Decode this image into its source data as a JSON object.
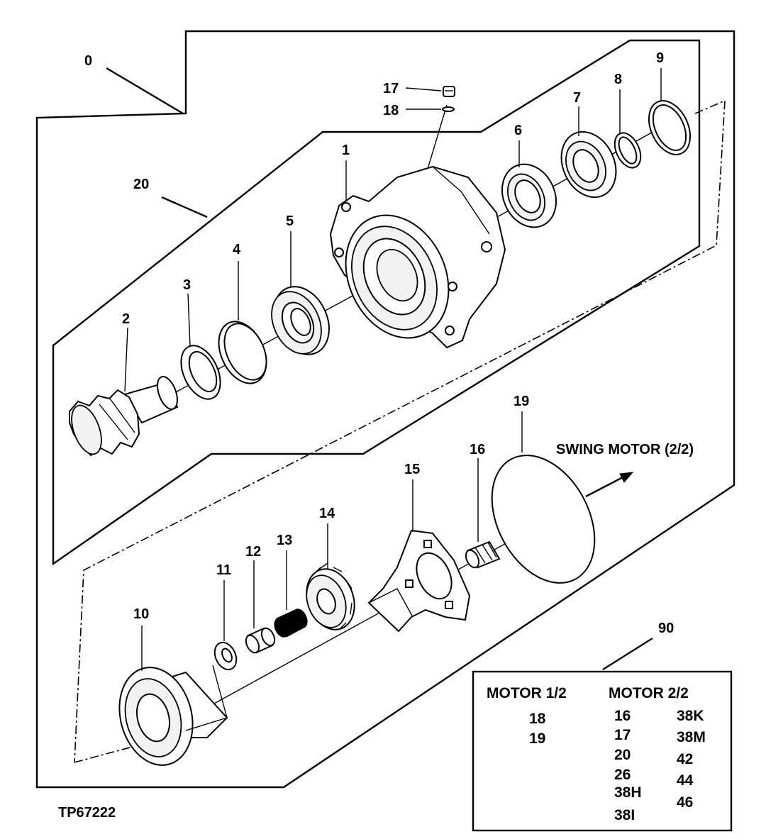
{
  "diagram": {
    "callouts": {
      "c0": "0",
      "c1": "1",
      "c2": "2",
      "c3": "3",
      "c4": "4",
      "c5": "5",
      "c6": "6",
      "c7": "7",
      "c8": "8",
      "c9": "9",
      "c10": "10",
      "c11": "11",
      "c12": "12",
      "c13": "13",
      "c14": "14",
      "c15": "15",
      "c16": "16",
      "c17": "17",
      "c18": "18",
      "c19": "19",
      "c20": "20",
      "c90": "90"
    },
    "direction_label": "SWING MOTOR (2/2)",
    "figure_id": "TP67222",
    "legend": {
      "motor1_title": "MOTOR 1/2",
      "motor2_title": "MOTOR 2/2",
      "motor1_items": [
        "18",
        "19"
      ],
      "motor2_col1": [
        "16",
        "17",
        "20",
        "26",
        "38H",
        "38I"
      ],
      "motor2_col2": [
        "38K",
        "38M",
        "42",
        "44",
        "46"
      ]
    }
  }
}
